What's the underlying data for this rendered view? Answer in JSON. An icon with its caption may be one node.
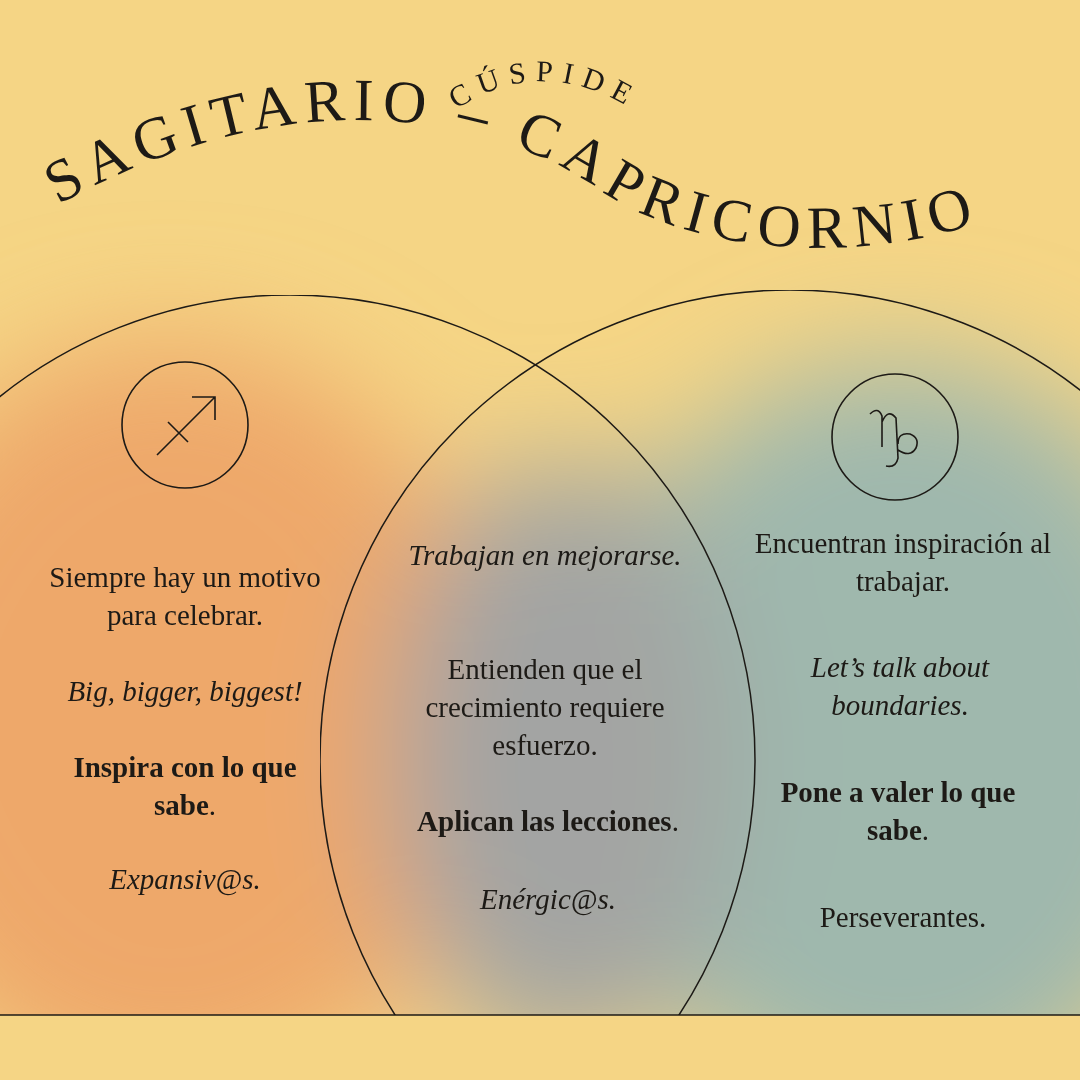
{
  "diagram": {
    "title": "SAGITARIO – CAPRICORNIO",
    "nodes": [
      {
        "text": [
          "Siempre hay un motivo para celebrar.",
          "Big, bigger, biggest!",
          "**Inspira con lo que sabe**.",
          "Expansiv@s."
        ]
      },
      {
        "text": [
          "Encuentran inspiración al trabajar.",
          "Let’s talk about boundaries.",
          "**Pone a valer lo que sabe**.",
          "Perseverantes."
        ]
      }
    ],
    "labels": [
      "CÚSPIDE",
      "Trabajan en mejorarse.",
      "Entienden que el crecimiento requiere esfuerzo.",
      "**Aplican las lecciones**.",
      "Enérgic@s."
    ]
  }
}
